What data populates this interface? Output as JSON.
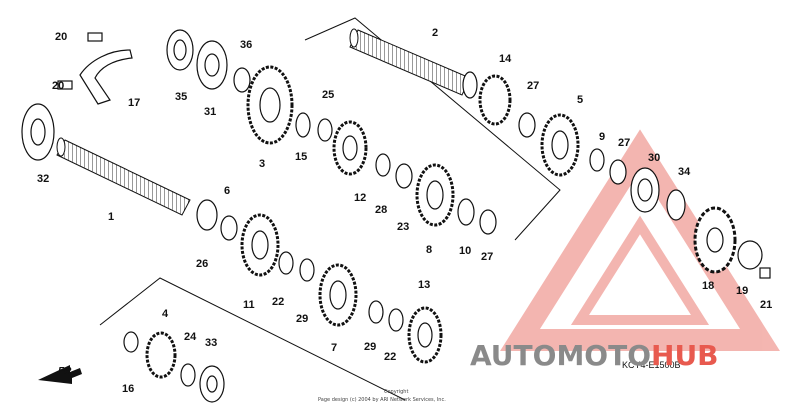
{
  "diagram": {
    "code": "KCY4-E1500B",
    "direction_label": "FR.",
    "copyright_line1": "Copyright",
    "copyright_line2": "Page design (c) 2004 by ARI Network Services, Inc.",
    "callouts": [
      "20",
      "20",
      "17",
      "32",
      "1",
      "35",
      "31",
      "36",
      "3",
      "25",
      "15",
      "12",
      "28",
      "23",
      "2",
      "14",
      "27",
      "5",
      "9",
      "27",
      "30",
      "34",
      "18",
      "19",
      "21",
      "6",
      "26",
      "8",
      "10",
      "27",
      "11",
      "22",
      "29",
      "7",
      "13",
      "29",
      "22",
      "4",
      "24",
      "33",
      "16"
    ]
  },
  "watermark": {
    "text_dark": "AUTOMOTO",
    "text_accent": "HUB",
    "color_accent": "#e85a4f",
    "color_dark": "#8a8a8a"
  }
}
